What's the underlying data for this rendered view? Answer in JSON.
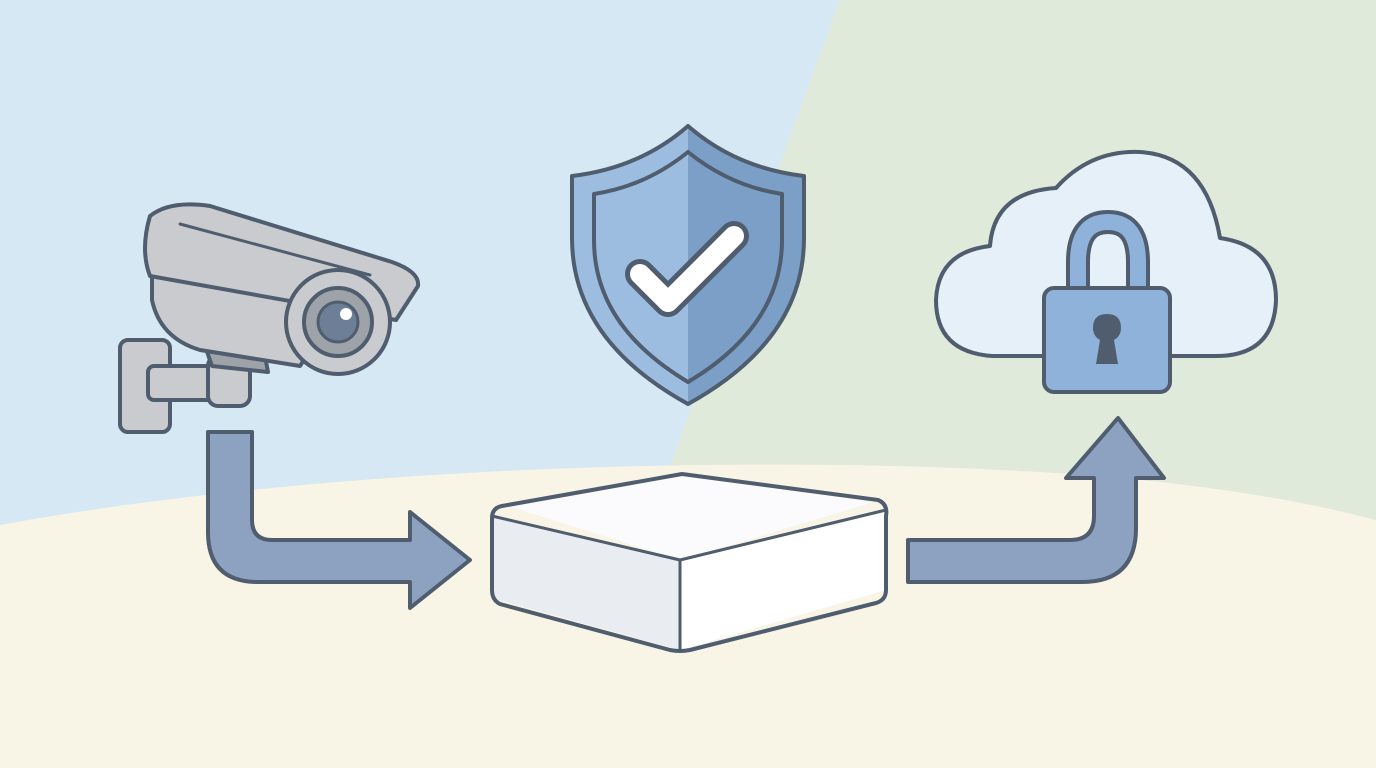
{
  "diagram": {
    "kind": "security-camera-to-cloud-flow",
    "nodes": [
      {
        "id": "camera",
        "icon": "security-camera-icon"
      },
      {
        "id": "shield",
        "icon": "shield-check-icon"
      },
      {
        "id": "hub",
        "icon": "local-storage-box-icon"
      },
      {
        "id": "cloud",
        "icon": "cloud-lock-icon"
      }
    ],
    "edges": [
      {
        "from": "camera",
        "to": "hub",
        "icon": "arrow-right-icon"
      },
      {
        "from": "hub",
        "to": "cloud",
        "icon": "arrow-up-icon"
      }
    ]
  },
  "colors": {
    "bg_left": "#d6e8f4",
    "bg_right": "#dfeadb",
    "ground": "#f8f4e6",
    "outline": "#4f5d6e",
    "arrow_fill": "#8ca2c0",
    "shield_light": "#9dbde0",
    "shield_dark": "#7b9fc6",
    "lock_fill": "#8fb2da",
    "cloud_fill": "#e6f0f8",
    "camera_body": "#c9cbcf",
    "box_top": "#fbfbfd",
    "box_side": "#e9ecf1"
  }
}
